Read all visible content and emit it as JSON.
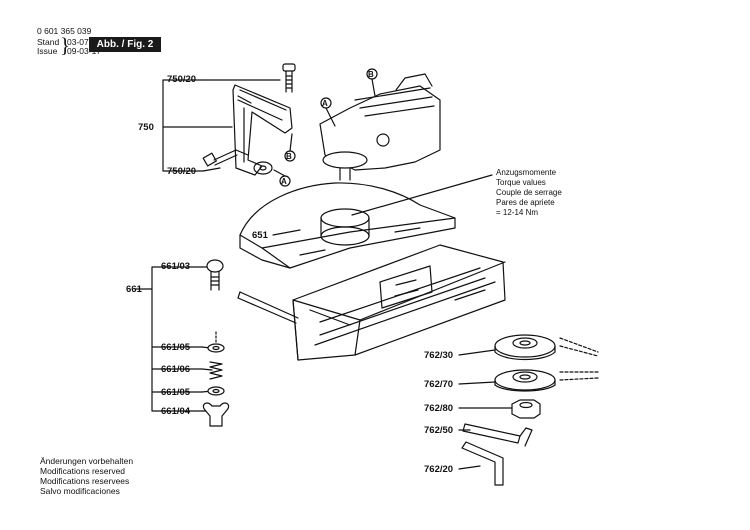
{
  "header": {
    "doc_number": "0 601 365 039",
    "stand_label": "Stand",
    "issue_label": "Issue",
    "date_1": "03-07",
    "date_2": "09-03-17",
    "figure_tag": "Abb. / Fig. 2"
  },
  "parts": {
    "p750_20_top": "750/20",
    "p750": "750",
    "p750_20_bottom": "750/20",
    "p651": "651",
    "p661_03": "661/03",
    "p661": "661",
    "p661_05_a": "661/05",
    "p661_06": "661/06",
    "p661_05_b": "661/05",
    "p661_04": "661/04",
    "p762_30": "762/30",
    "p762_70": "762/70",
    "p762_80": "762/80",
    "p762_50": "762/50",
    "p762_20": "762/20"
  },
  "markers": {
    "a": "A",
    "b": "B"
  },
  "torque_note": [
    "Anzugsmomente",
    "Torque values",
    "Couple de serrage",
    "Pares de apriete",
    "= 12-14 Nm"
  ],
  "footer": [
    "Änderungen vorbehalten",
    "Modifications reserved",
    "Modifications reservees",
    "Salvo modificaciones"
  ]
}
